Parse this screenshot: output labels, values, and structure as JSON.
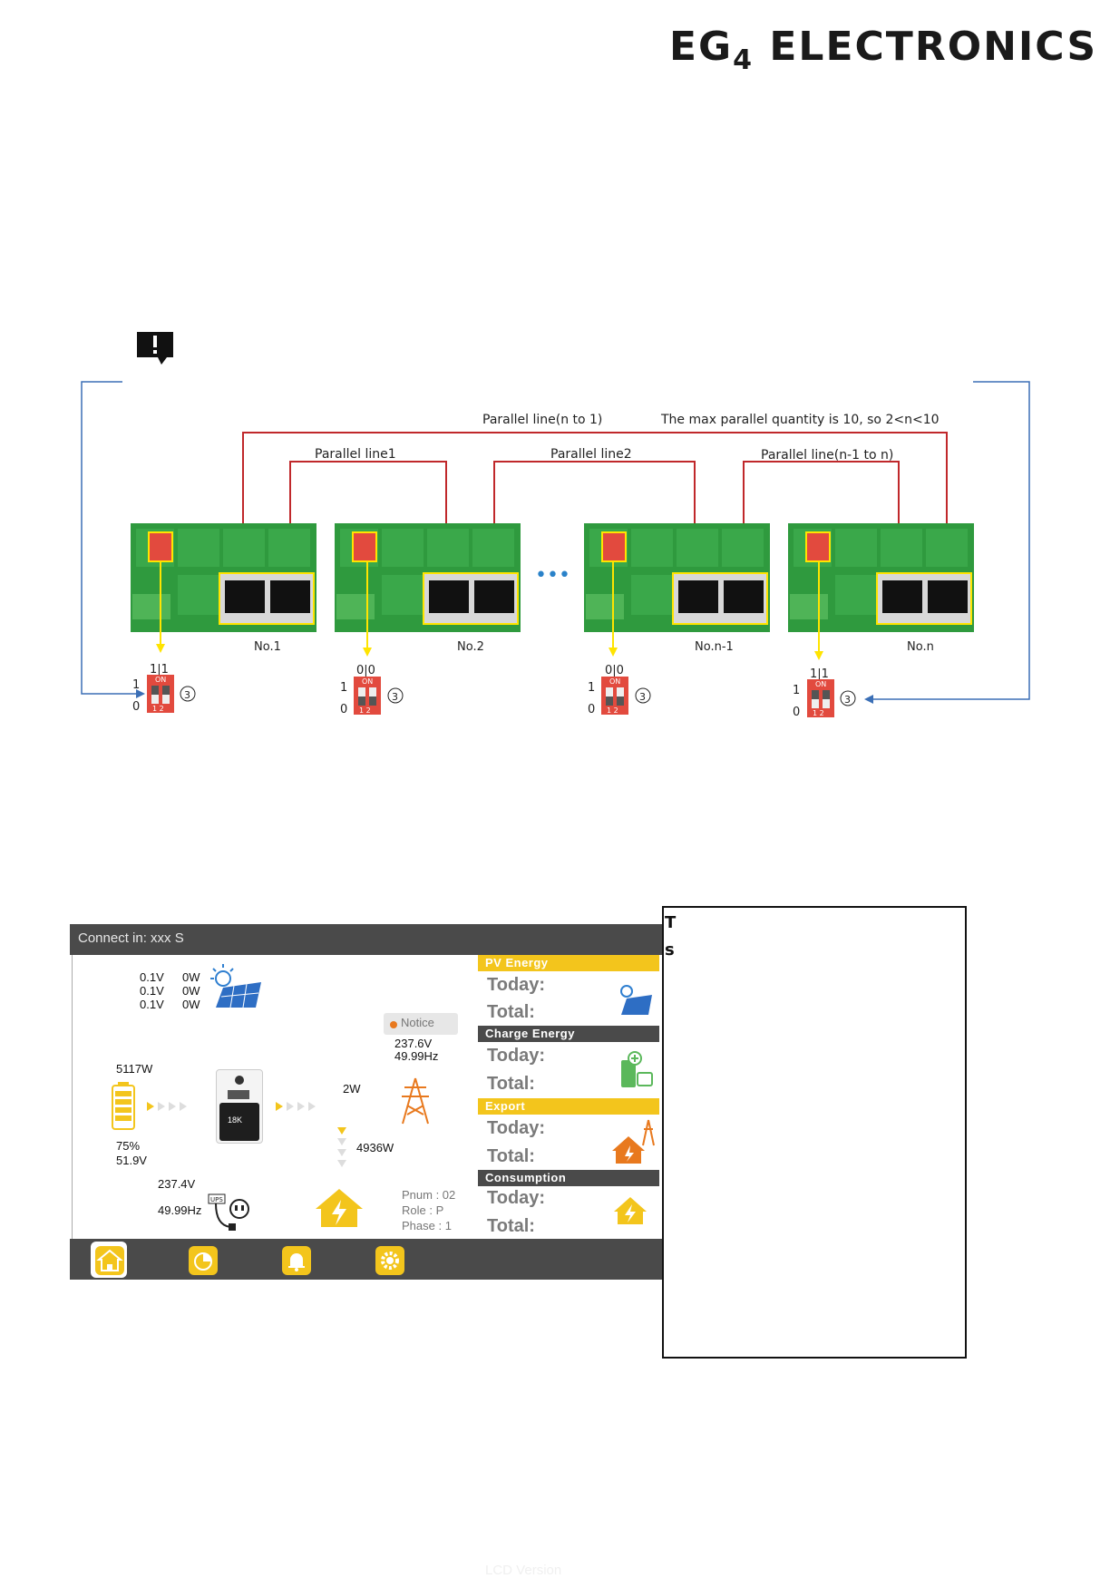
{
  "brand": {
    "logo_main": "EG",
    "logo_sub": "4",
    "logo_rest": " ELECTRONICS"
  },
  "diagram": {
    "line_n_to_1": "Parallel line(n to 1)",
    "max_note": "The max parallel quantity is 10, so 2<n<10",
    "line1": "Parallel line1",
    "line2": "Parallel line2",
    "line_n1_to_n": "Parallel line(n-1 to n)",
    "ellipsis": "•••",
    "units": [
      {
        "label": "No.1",
        "dip": "1|1",
        "one": "1",
        "zero": "0",
        "circled": "③"
      },
      {
        "label": "No.2",
        "dip": "0|0",
        "one": "1",
        "zero": "0",
        "circled": "③"
      },
      {
        "label": "No.n-1",
        "dip": "0|0",
        "one": "1",
        "zero": "0",
        "circled": "③"
      },
      {
        "label": "No.n",
        "dip": "1|1",
        "one": "1",
        "zero": "0",
        "circled": "③"
      }
    ],
    "dip_on": "ON",
    "dip_nums": "1 2"
  },
  "lcd": {
    "header": "Connect in: xxx S",
    "pv_lines": [
      {
        "v": "0.1V",
        "w": "0W"
      },
      {
        "v": "0.1V",
        "w": "0W"
      },
      {
        "v": "0.1V",
        "w": "0W"
      }
    ],
    "notice": "Notice",
    "battery_power": "5117W",
    "battery_soc": "75%",
    "battery_voltage": "51.9V",
    "grid_voltage": "237.6V",
    "grid_freq": "49.99Hz",
    "grid_power": "2W",
    "load_power": "4936W",
    "ups_voltage": "237.4V",
    "ups_freq": "49.99Hz",
    "ups_tag": "UPS",
    "inverter_model": "18K",
    "pnum": "Pnum  : 02",
    "role": "Role   : P",
    "phase": "Phase  :  1",
    "panels": [
      {
        "title": "PV Energy",
        "today": "Today:",
        "total": "Total:",
        "style": "yellow"
      },
      {
        "title": "Charge Energy",
        "today": "Today:",
        "total": "Total:",
        "style": "gray"
      },
      {
        "title": "Export",
        "today": "Today:",
        "total": "Total:",
        "style": "yellow"
      },
      {
        "title": "Consumption",
        "today": "Today:",
        "total": "Total:",
        "style": "gray"
      }
    ],
    "lcd_version": "LCD Version"
  },
  "sidebox": {
    "char1": "T",
    "char2": "s"
  },
  "colors": {
    "accent": "#f3c51c",
    "dark": "#4a4a4a",
    "board": "#2f9a3e",
    "wire": "#c0282b",
    "arrow": "#3b6fb6"
  }
}
